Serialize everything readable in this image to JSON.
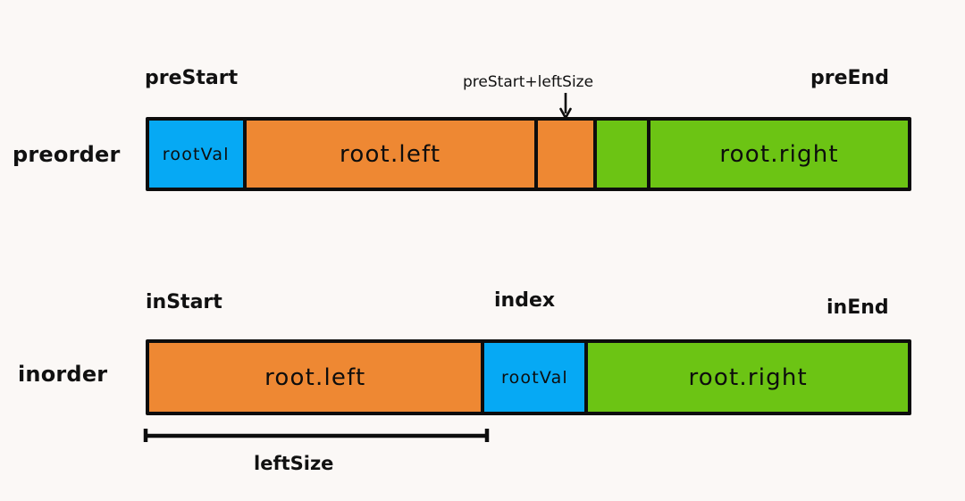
{
  "palette": {
    "background": "#fbf8f6",
    "stroke": "#0d0d0d",
    "blue": "#06a9f4",
    "orange": "#ee8833",
    "green": "#6cc414",
    "text": "#111111"
  },
  "rows": {
    "preorder": {
      "label": "preorder",
      "captions": {
        "start": "preStart",
        "split": "preStart+leftSize",
        "end": "preEnd"
      },
      "segments": [
        {
          "name": "rootVal",
          "text": "rootVal",
          "color": "#06a9f4",
          "flex": 106,
          "size": "small"
        },
        {
          "name": "root-left",
          "text": "root.left",
          "color": "#ee8833",
          "flex": 327,
          "size": "big"
        },
        {
          "name": "left-slack",
          "text": "",
          "color": "#ee8833",
          "flex": 63,
          "size": "big"
        },
        {
          "name": "right-slack",
          "text": "",
          "color": "#6cc414",
          "flex": 57,
          "size": "big"
        },
        {
          "name": "root-right",
          "text": "root.right",
          "color": "#6cc414",
          "flex": 292,
          "size": "big"
        }
      ]
    },
    "inorder": {
      "label": "inorder",
      "captions": {
        "start": "inStart",
        "split": "index",
        "end": "inEnd"
      },
      "segments": [
        {
          "name": "root-left",
          "text": "root.left",
          "color": "#ee8833",
          "flex": 375,
          "size": "big"
        },
        {
          "name": "rootVal",
          "text": "rootVal",
          "color": "#06a9f4",
          "flex": 113,
          "size": "small"
        },
        {
          "name": "root-right",
          "text": "root.right",
          "color": "#6cc414",
          "flex": 361,
          "size": "big"
        }
      ]
    }
  },
  "measure": {
    "leftsize_label": "leftSize"
  },
  "icons": {
    "down_arrow": "down-arrow-icon",
    "bracket": "span-bracket-icon"
  }
}
